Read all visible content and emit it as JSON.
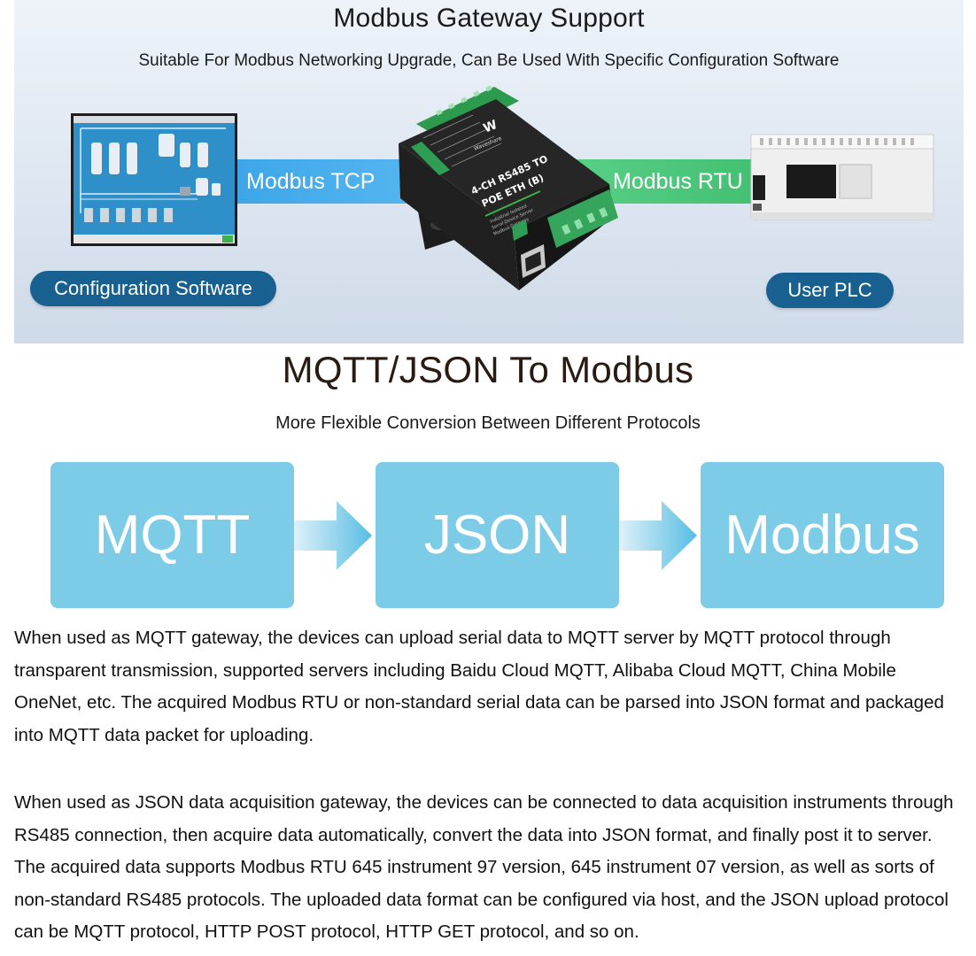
{
  "banner": {
    "title": "Modbus Gateway Support",
    "subtitle": "Suitable For Modbus Networking Upgrade, Can Be Used With Specific Configuration Software",
    "tcp_label": "Modbus TCP",
    "rtu_label": "Modbus RTU",
    "config_label": "Configuration Software",
    "plc_label": "User PLC",
    "device": {
      "model_line1": "4-CH RS485 TO",
      "model_line2": "POE ETH (B)",
      "tagline_line1": "Industrial Isolated",
      "tagline_line2": "Serial Device Server",
      "tagline_line3": "Modbus Gateway",
      "brand": "Waveshare"
    },
    "colors": {
      "tcp": "#3ea6e8",
      "rtu": "#4cc77b",
      "pill": "#17608f"
    }
  },
  "section": {
    "title": "MQTT/JSON To Modbus",
    "subtitle": "More Flexible Conversion Between Different Protocols",
    "flow": [
      "MQTT",
      "JSON",
      "Modbus"
    ],
    "box_color": "#7ccbe7"
  },
  "paragraphs": [
    "When used as MQTT gateway, the devices can upload serial data to MQTT server by MQTT protocol through transparent transmission, supported servers including Baidu Cloud MQTT, Alibaba Cloud MQTT, China Mobile OneNet, etc. The acquired Modbus RTU or non-standard serial data can be parsed into JSON format and packaged into MQTT data packet for uploading.",
    "When used as JSON data acquisition gateway, the devices can be connected to data acquisition instruments through RS485 connection, then acquire data automatically, convert the data into JSON format, and finally post it to server. The acquired data supports Modbus RTU 645 instrument 97 version, 645 instrument 07 version, as well as sorts of non-standard RS485 protocols. The uploaded data format can be configured via host, and the JSON upload protocol can be MQTT protocol, HTTP POST protocol, HTTP GET protocol, and so on."
  ]
}
